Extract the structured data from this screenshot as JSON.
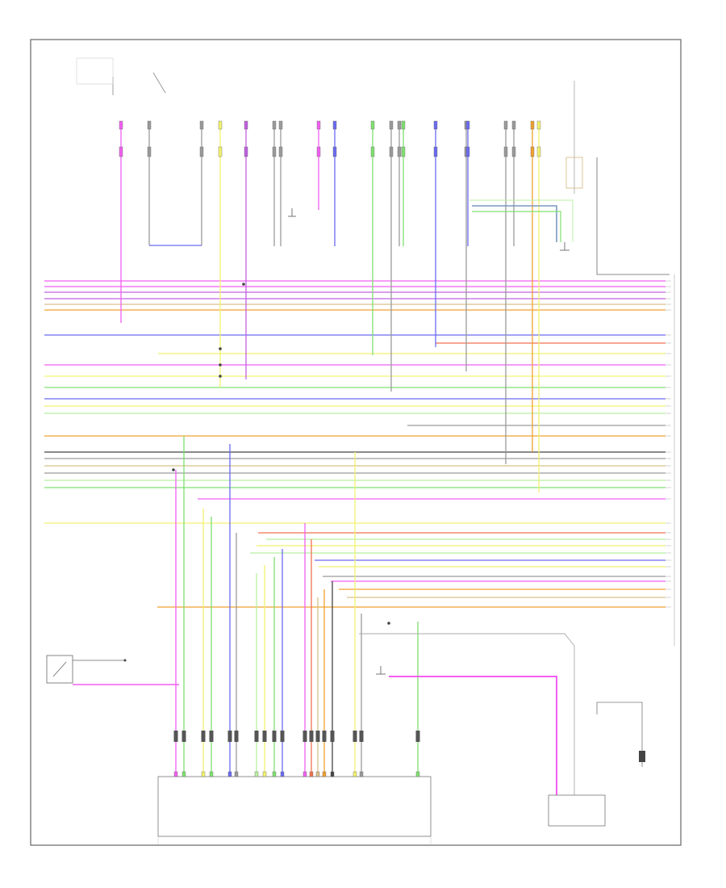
{
  "diagram": {
    "colors": {
      "frame": "#555555",
      "pink": "#f25ff2",
      "violet": "#c060e0",
      "orange": "#f0a030",
      "red_orange": "#f07050",
      "yellow": "#f2f270",
      "blue": "#6a6af0",
      "green": "#80e070",
      "light_green": "#b8f0a0",
      "gray": "#9a9a9a",
      "tan": "#d8c08a",
      "black": "#444444"
    },
    "bus_wires": [
      {
        "color": "pink"
      },
      {
        "color": "pink"
      },
      {
        "color": "violet"
      },
      {
        "color": "violet"
      },
      {
        "color": "tan"
      },
      {
        "color": "orange"
      },
      {
        "color": "blue"
      },
      {
        "color": "red_orange"
      },
      {
        "color": "yellow"
      },
      {
        "color": "pink"
      },
      {
        "color": "yellow"
      },
      {
        "color": "green"
      },
      {
        "color": "blue"
      },
      {
        "color": "yellow"
      },
      {
        "color": "light_green"
      },
      {
        "color": "gray"
      },
      {
        "color": "orange"
      },
      {
        "color": "black"
      },
      {
        "color": "gray"
      },
      {
        "color": "tan"
      },
      {
        "color": "gray"
      },
      {
        "color": "light_green"
      },
      {
        "color": "green"
      },
      {
        "color": "pink"
      },
      {
        "color": "yellow"
      },
      {
        "color": "red_orange"
      },
      {
        "color": "light_green"
      },
      {
        "color": "yellow"
      },
      {
        "color": "light_green"
      },
      {
        "color": "blue"
      },
      {
        "color": "yellow"
      },
      {
        "color": "gray"
      },
      {
        "color": "pink"
      },
      {
        "color": "orange"
      },
      {
        "color": "tan"
      },
      {
        "color": "orange"
      }
    ],
    "top_connectors": [
      {
        "color": "pink"
      },
      {
        "color": "gray"
      },
      {
        "color": "gray"
      },
      {
        "color": "yellow"
      },
      {
        "color": "violet"
      },
      {
        "color": "gray"
      },
      {
        "color": "gray"
      },
      {
        "color": "pink"
      },
      {
        "color": "blue"
      },
      {
        "color": "green"
      },
      {
        "color": "gray"
      },
      {
        "color": "gray"
      },
      {
        "color": "blue"
      },
      {
        "color": "green"
      },
      {
        "color": "gray"
      },
      {
        "color": "blue"
      },
      {
        "color": "gray"
      },
      {
        "color": "gray"
      },
      {
        "color": "orange"
      },
      {
        "color": "yellow"
      }
    ],
    "bottom_pins": [
      {
        "color": "pink"
      },
      {
        "color": "green"
      },
      {
        "color": "yellow"
      },
      {
        "color": "green"
      },
      {
        "color": "blue"
      },
      {
        "color": "gray"
      },
      {
        "color": "light_green"
      },
      {
        "color": "yellow"
      },
      {
        "color": "green"
      },
      {
        "color": "blue"
      },
      {
        "color": "pink"
      },
      {
        "color": "red_orange"
      },
      {
        "color": "tan"
      },
      {
        "color": "orange"
      },
      {
        "color": "black"
      },
      {
        "color": "yellow"
      },
      {
        "color": "gray"
      },
      {
        "color": "green"
      }
    ]
  }
}
